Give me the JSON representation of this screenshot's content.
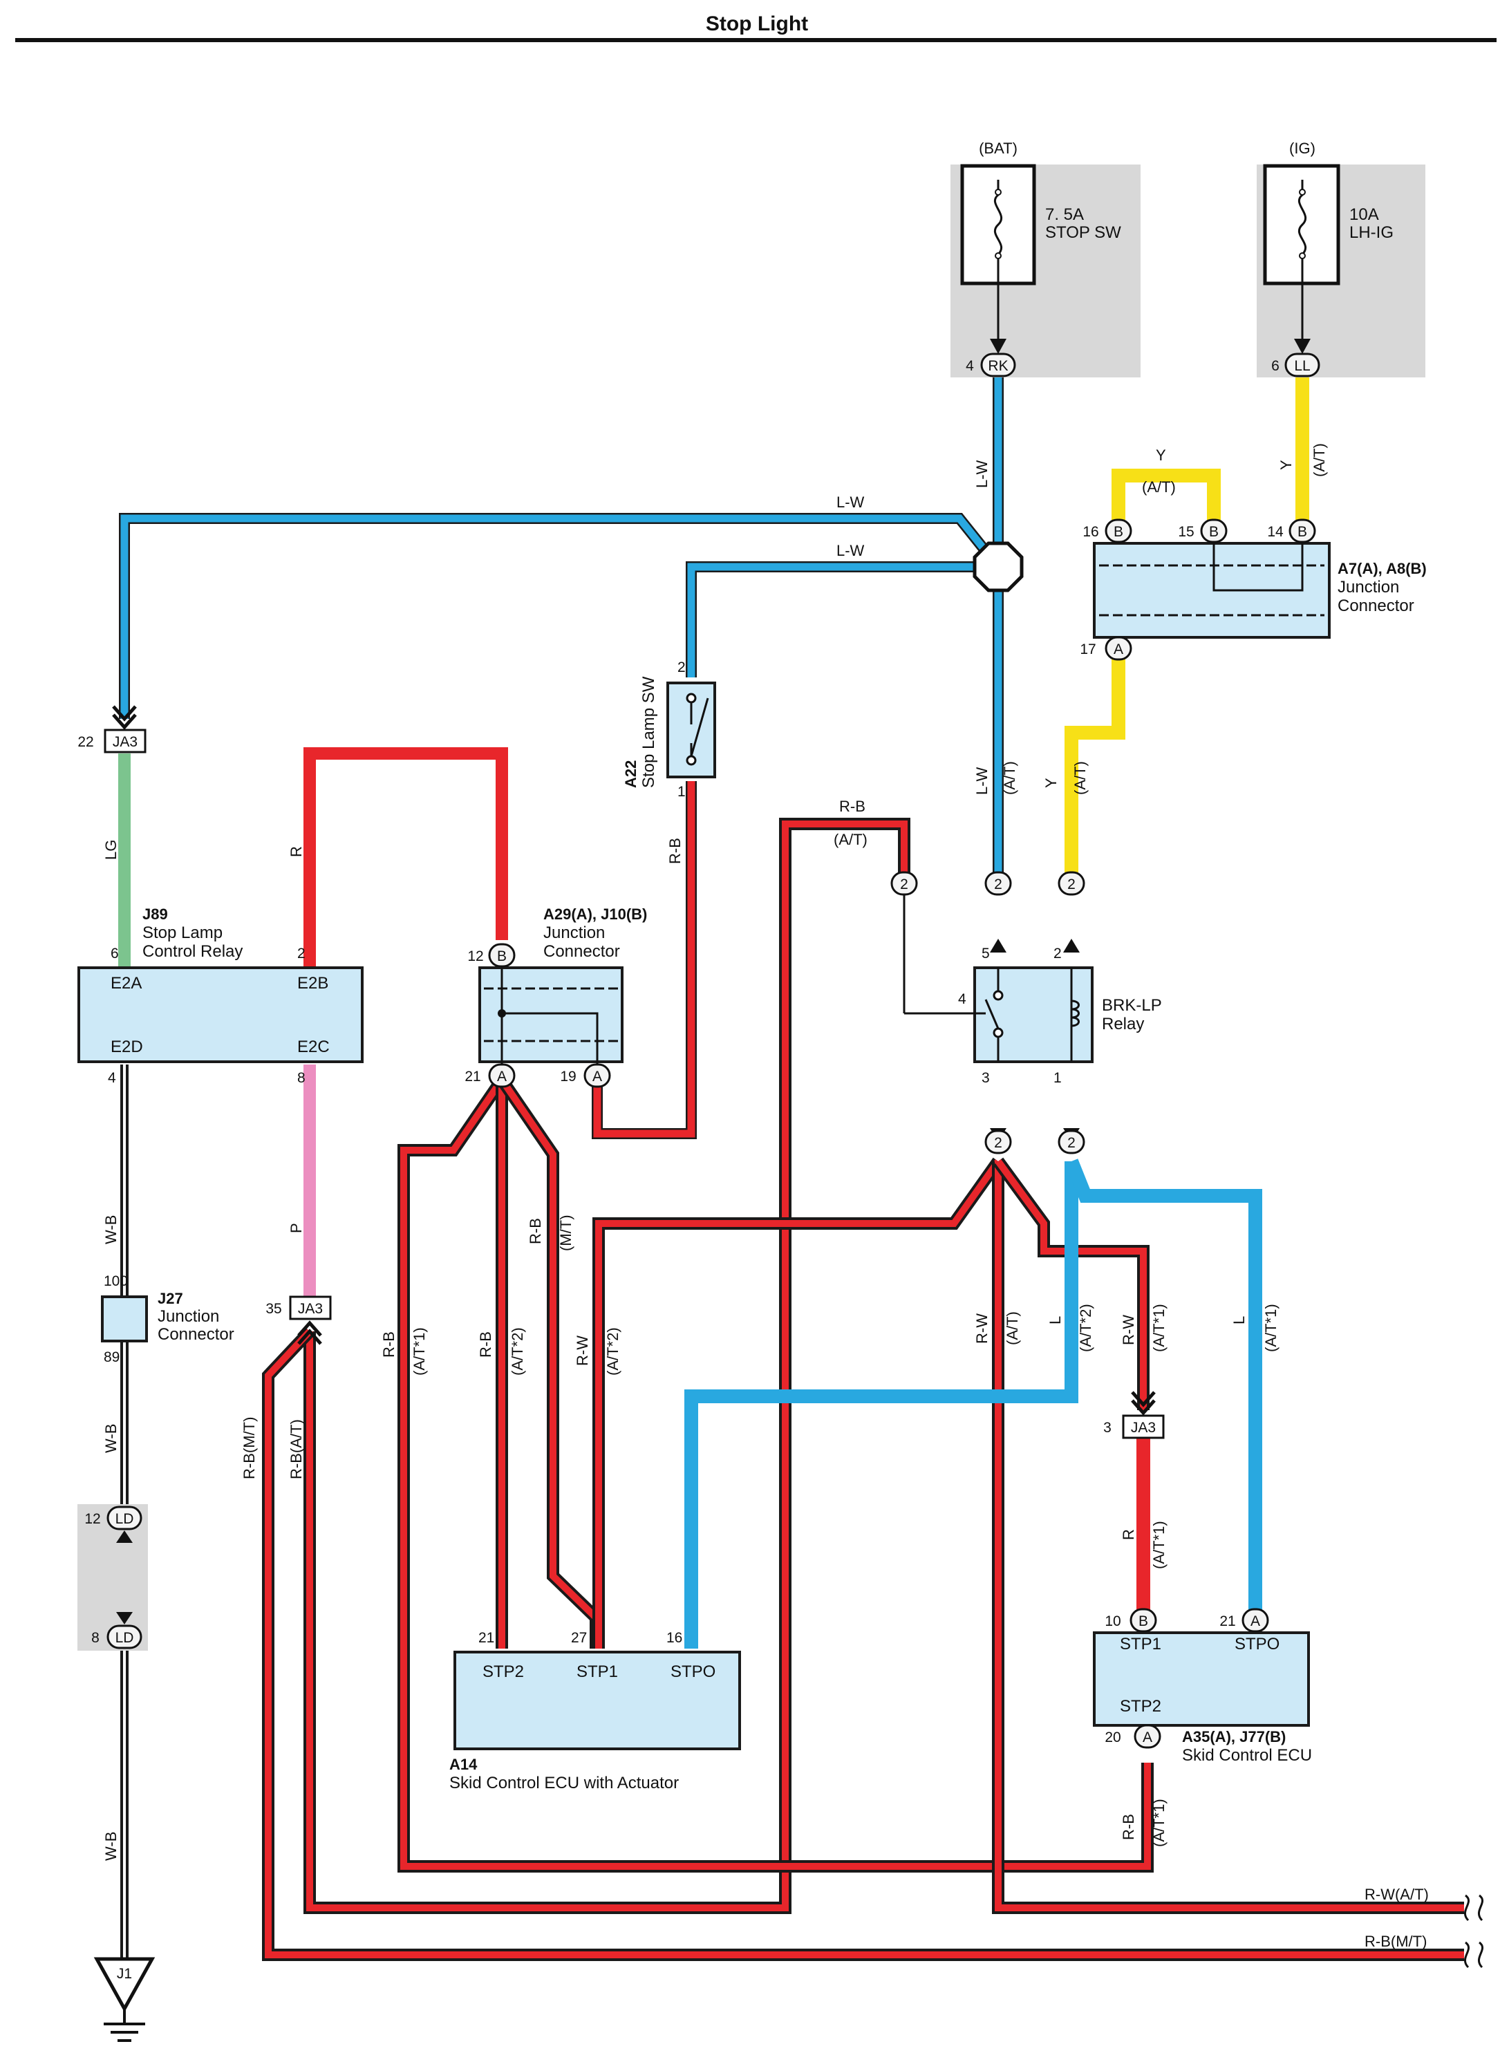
{
  "title": "Stop Light",
  "fuses": {
    "bat": {
      "source": "(BAT)",
      "rating": "7. 5A",
      "name": "STOP SW",
      "pin": "4",
      "conn": "RK"
    },
    "ig": {
      "source": "(IG)",
      "rating": "10A",
      "name": "LH-IG",
      "pin": "6",
      "conn": "LL"
    }
  },
  "components": {
    "j89": {
      "id": "J89",
      "name1": "Stop Lamp",
      "name2": "Control Relay",
      "t1": "E2A",
      "t2": "E2B",
      "t3": "E2D",
      "t4": "E2C",
      "p1": "6",
      "p2": "2",
      "p3": "4",
      "p4": "8"
    },
    "a29": {
      "id": "A29(A), J10(B)",
      "name1": "Junction",
      "name2": "Connector",
      "p_top": "12",
      "c_top": "B",
      "p_l": "21",
      "c_l": "A",
      "p_r": "19",
      "c_r": "A"
    },
    "a22": {
      "id": "A22",
      "name": "Stop Lamp SW",
      "p_top": "2",
      "p_bot": "1"
    },
    "a7": {
      "id": "A7(A), A8(B)",
      "name1": "Junction",
      "name2": "Connector",
      "p16": "16",
      "p15": "15",
      "p14": "14",
      "p17": "17",
      "cB": "B",
      "cA": "A"
    },
    "brk": {
      "name1": "BRK-LP",
      "name2": "Relay",
      "p5": "5",
      "p2": "2",
      "p4": "4",
      "p3": "3",
      "p1": "1",
      "c2": "2"
    },
    "j27": {
      "id": "J27",
      "name1": "Junction",
      "name2": "Connector",
      "p_top": "100",
      "p_bot": "89"
    },
    "a14": {
      "id": "A14",
      "name": "Skid Control ECU with Actuator",
      "t1": "STP2",
      "t2": "STP1",
      "t3": "STPO",
      "p1": "21",
      "p2": "27",
      "p3": "16"
    },
    "a35": {
      "id": "A35(A), J77(B)",
      "name": "Skid Control ECU",
      "t1": "STP1",
      "t2": "STPO",
      "t3": "STP2",
      "p1": "10",
      "c1": "B",
      "p2": "21",
      "c2": "A",
      "p3": "20",
      "c3": "A"
    },
    "ja3": {
      "label": "JA3",
      "p22": "22",
      "p35": "35",
      "p3": "3"
    },
    "ld": {
      "label": "LD",
      "p12": "12",
      "p8": "8"
    },
    "j1": {
      "label": "J1"
    }
  },
  "wires": {
    "lw": "L-W",
    "lw_at": "(A/T)",
    "y": "Y",
    "y_at": "(A/T)",
    "lg": "LG",
    "r": "R",
    "rb": "R-B",
    "wb": "W-B",
    "p": "P",
    "rbmt": "R-B(M/T)",
    "rbat": "R-B(A/T)",
    "at1": "(A/T*1)",
    "at2": "(A/T*2)",
    "mt": "(M/T)",
    "rw": "R-W",
    "l": "L",
    "rw_at": "R-W(A/T)",
    "rb_mt": "R-B(M/T)"
  },
  "colors": {
    "red": "#e8262b",
    "blue": "#29a8e0",
    "yellow": "#f7e017",
    "green": "#7cc48e",
    "pink": "#ec8ec0",
    "black": "#1a1a1a",
    "box": "#cde9f7"
  }
}
